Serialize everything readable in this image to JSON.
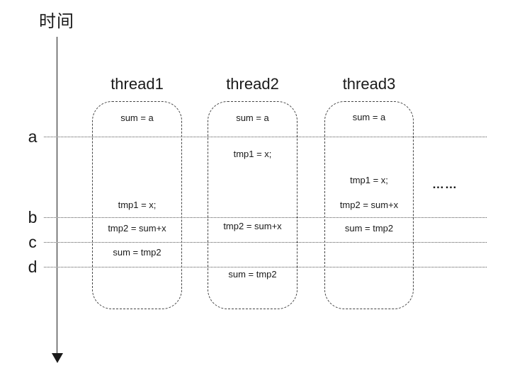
{
  "time_axis": {
    "label": "时间"
  },
  "markers": [
    {
      "label": "a"
    },
    {
      "label": "b"
    },
    {
      "label": "c"
    },
    {
      "label": "d"
    }
  ],
  "threads": [
    {
      "title": "thread1",
      "statements": [
        "sum = a",
        "tmp1 = x;",
        "tmp2 = sum+x",
        "sum = tmp2"
      ]
    },
    {
      "title": "thread2",
      "statements": [
        "sum = a",
        "tmp1 = x;",
        "tmp2 = sum+x",
        "sum = tmp2"
      ]
    },
    {
      "title": "thread3",
      "statements": [
        "sum = a",
        "tmp1 = x;",
        "tmp2 = sum+x",
        "sum = tmp2"
      ]
    }
  ],
  "ellipsis": "……",
  "colors": {
    "ink": "#1a1a1a",
    "line": "#555555",
    "background": "#ffffff"
  }
}
